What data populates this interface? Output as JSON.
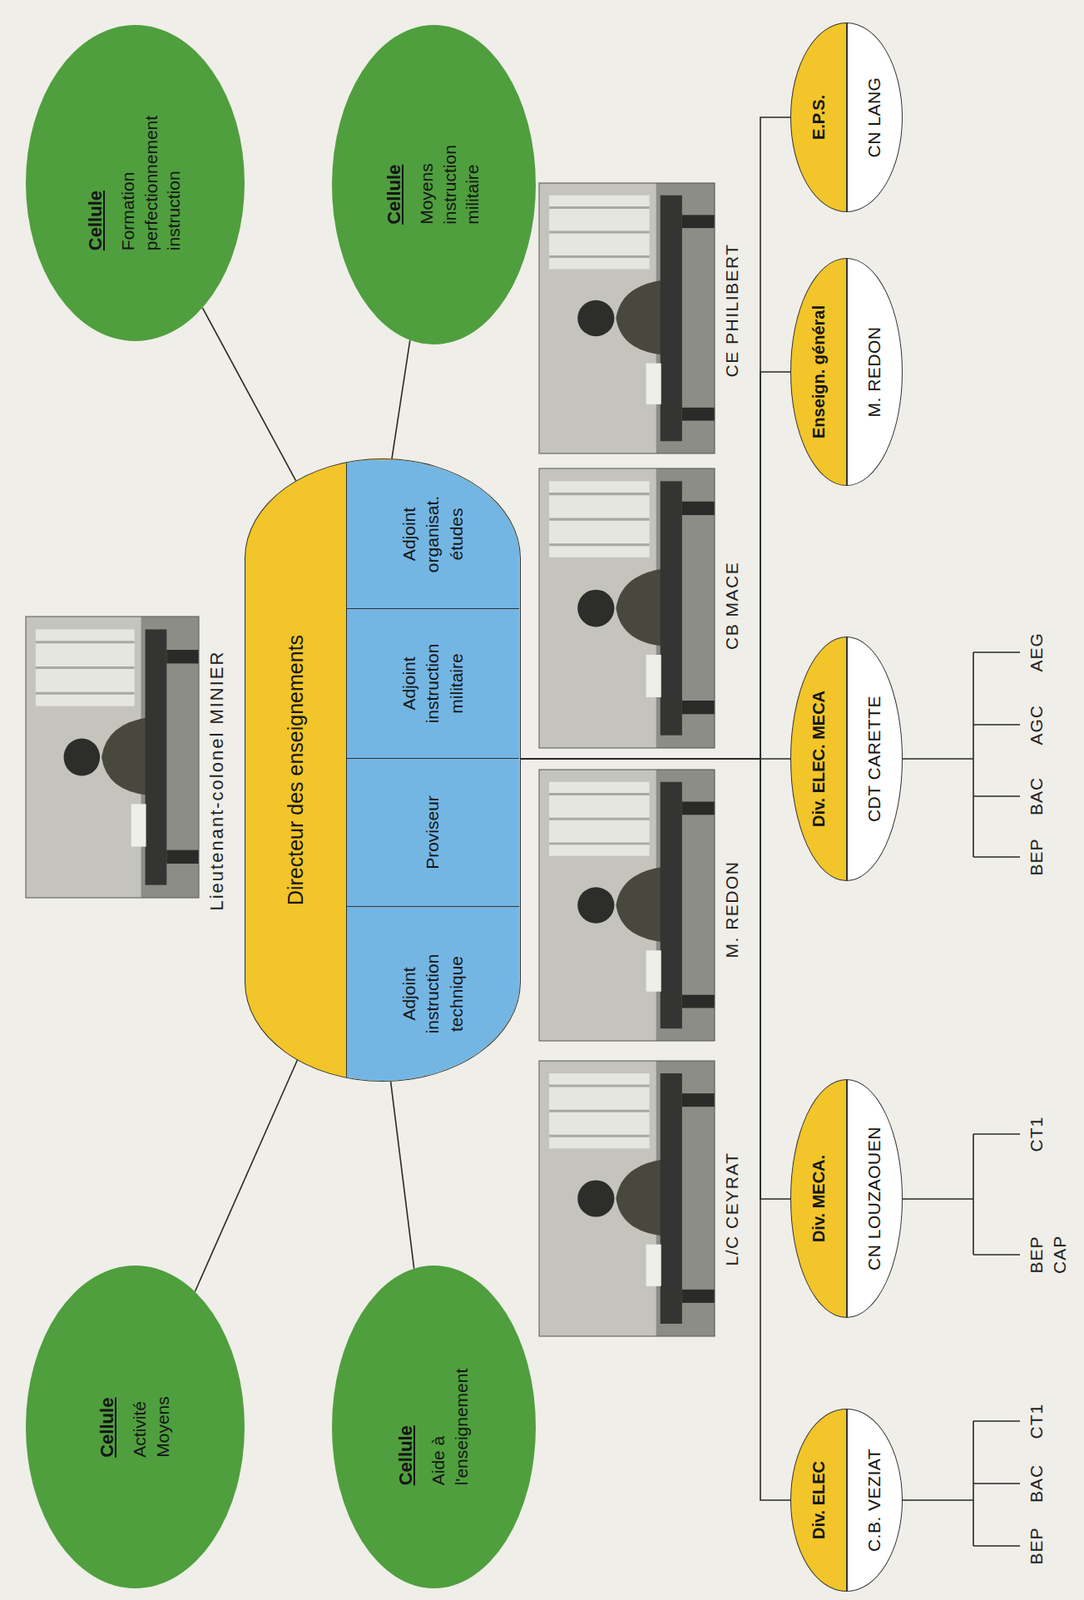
{
  "diagram": {
    "nodes": [
      {
        "text": [
          "Cellule",
          "Activité Moyens"
        ]
      },
      {
        "text": [
          "Cellule",
          "Aide à l'enseignement"
        ]
      },
      {
        "text": [
          "Directeur des enseignements"
        ]
      },
      {
        "text": [
          "Adjoint instruction technique"
        ],
        "in": 2
      },
      {
        "text": [
          "Proviseur"
        ],
        "in": 2
      },
      {
        "text": [
          "Adjoint instruction militaire"
        ],
        "in": 2
      },
      {
        "text": [
          "Adjoint organisat. études"
        ],
        "in": 2
      },
      {
        "text": [
          "Cellule",
          "Formation perfectionnement instruction"
        ]
      },
      {
        "text": [
          "Cellule",
          "Moyens instruction militaire"
        ]
      },
      {
        "text": [
          "Div. ELEC",
          "C.B. VEZIAT"
        ]
      },
      {
        "text": [
          "Div. MECA.",
          "CN LOUZAOUEN"
        ]
      },
      {
        "text": [
          "Div. ELEC. MECA",
          "CDT CARETTE"
        ]
      },
      {
        "text": [
          "Enseign. général",
          "M. REDON"
        ]
      },
      {
        "text": [
          "E.P.S.",
          "CN LANG"
        ]
      }
    ],
    "edges": [
      {
        "from": 2,
        "to": 0,
        "arrow": "none"
      },
      {
        "from": 2,
        "to": 1,
        "arrow": "none"
      },
      {
        "from": 2,
        "to": 7,
        "arrow": "none"
      },
      {
        "from": 2,
        "to": 8,
        "arrow": "none"
      },
      {
        "from": 2,
        "to": 9,
        "arrow": "none"
      },
      {
        "from": 2,
        "to": 10,
        "arrow": "none"
      },
      {
        "from": 2,
        "to": 11,
        "arrow": "none"
      },
      {
        "from": 2,
        "to": 12,
        "arrow": "none"
      },
      {
        "from": 2,
        "to": 13,
        "arrow": "none"
      }
    ],
    "labels": [
      "Lieutenant-colonel MINIER",
      "L/C CEYRAT",
      "M. REDON",
      "CB MACE",
      "CE PHILIBERT",
      "BEP",
      "BAC",
      "CT1",
      "BEP",
      "CAP",
      "CT1",
      "BEP",
      "BAC",
      "AGC",
      "AEG"
    ]
  }
}
